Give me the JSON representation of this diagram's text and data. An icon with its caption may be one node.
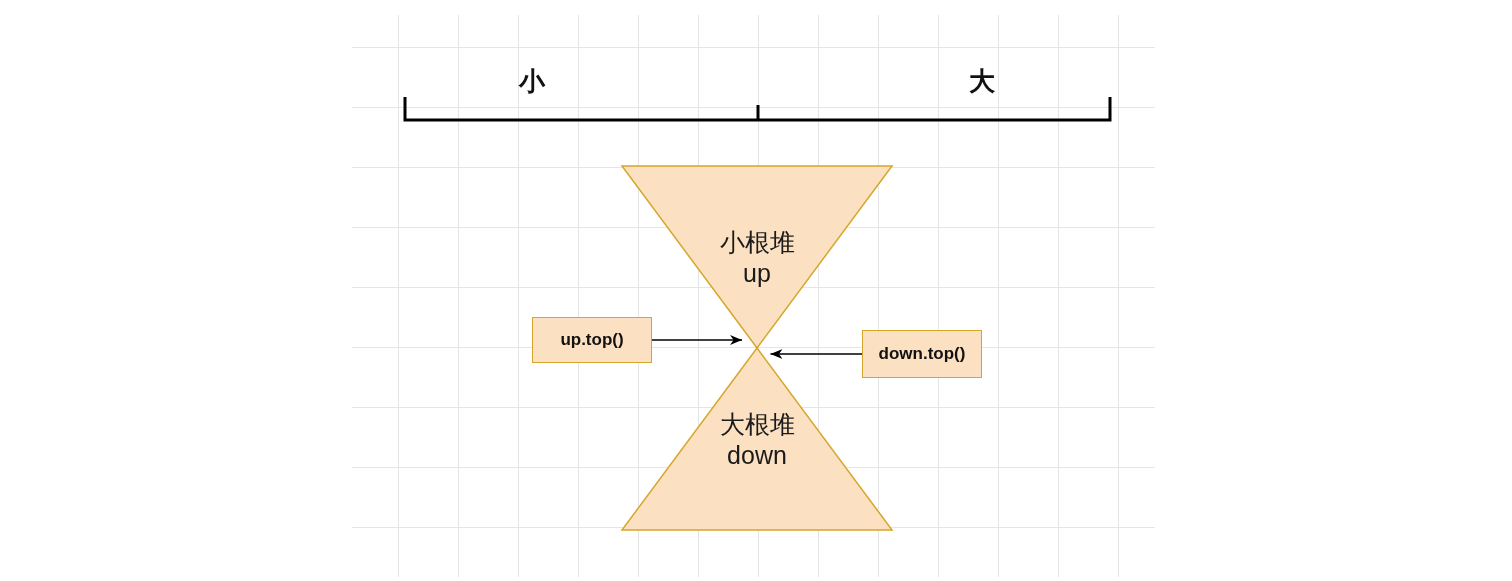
{
  "diagram": {
    "nodes": [
      {
        "text": [
          "小根堆",
          "up"
        ]
      },
      {
        "text": [
          "up.top()"
        ]
      },
      {
        "text": [
          "down.top()"
        ]
      },
      {
        "text": [
          "大根堆",
          "down"
        ]
      }
    ],
    "edges": [
      {
        "from": 1,
        "to": 0,
        "arrow": "to"
      },
      {
        "from": 2,
        "to": 3,
        "arrow": "to"
      }
    ],
    "labels": [
      "小",
      "大"
    ]
  }
}
